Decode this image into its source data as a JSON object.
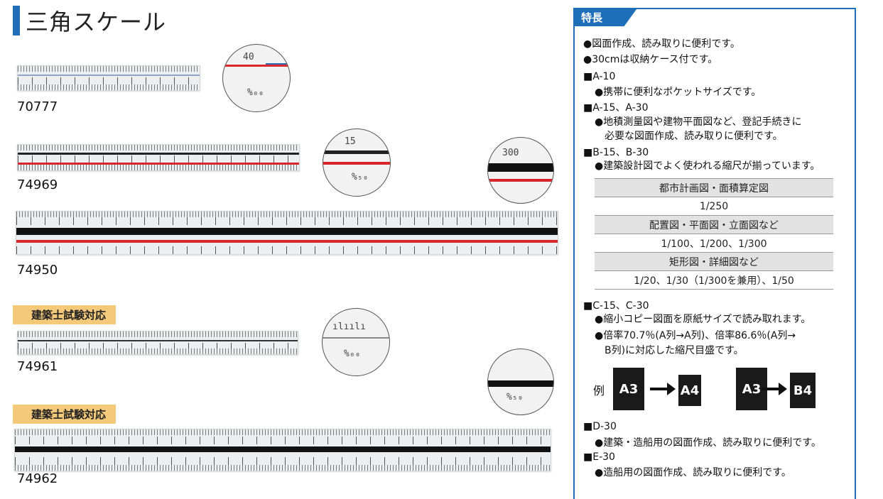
{
  "page": {
    "title": "三角スケール"
  },
  "products": [
    {
      "code": "70777"
    },
    {
      "code": "74969"
    },
    {
      "code": "74950"
    },
    {
      "code": "74961"
    },
    {
      "code": "74962"
    }
  ],
  "exam_tag": "建築士試験対応",
  "features": {
    "tab": "特長",
    "intro": [
      "●図面作成、読み取りに便利です。",
      "●30cmは収納ケース付です。"
    ],
    "a10_head": "■A-10",
    "a10_text": "●携帯に便利なポケットサイズです。",
    "a15_head": "■A-15、A-30",
    "a15_text1": "●地積測量図や建物平面図など、登記手続きに",
    "a15_text2": "必要な図面作成、読み取りに便利です。",
    "b15_head": "■B-15、B-30",
    "b15_text": "●建築設計図でよく使われる縮尺が揃っています。",
    "table": [
      {
        "header": "都市計画図・面積算定図",
        "value": "1/250"
      },
      {
        "header": "配置図・平面図・立面図など",
        "value": "1/100、1/200、1/300"
      },
      {
        "header": "矩形図・詳細図など",
        "value": "1/20、1/30（1/300を兼用）、1/50"
      }
    ],
    "c15_head": "■C-15、C-30",
    "c15_text": "●縮小コピー図面を原紙サイズで読み取れます。",
    "c15_text2": "●倍率70.7％(A列→A列)、倍率86.6％(A列→",
    "c15_text3": "B列)に対応した縮尺目盛です。",
    "example": {
      "label": "例",
      "a_from": "A3",
      "a_to": "A4",
      "b_from": "A3",
      "b_to": "B4"
    },
    "d30_head": "■D-30",
    "d30_text": "●建築・造船用の図面作成、読み取りに便利です。",
    "e30_head": "■E-30",
    "e30_text": "●造船用の図面作成、読み取りに便利です。"
  },
  "colors": {
    "accent": "#1f6fb8",
    "tag": "#f4c97a",
    "red_stripe": "#d8262c"
  }
}
